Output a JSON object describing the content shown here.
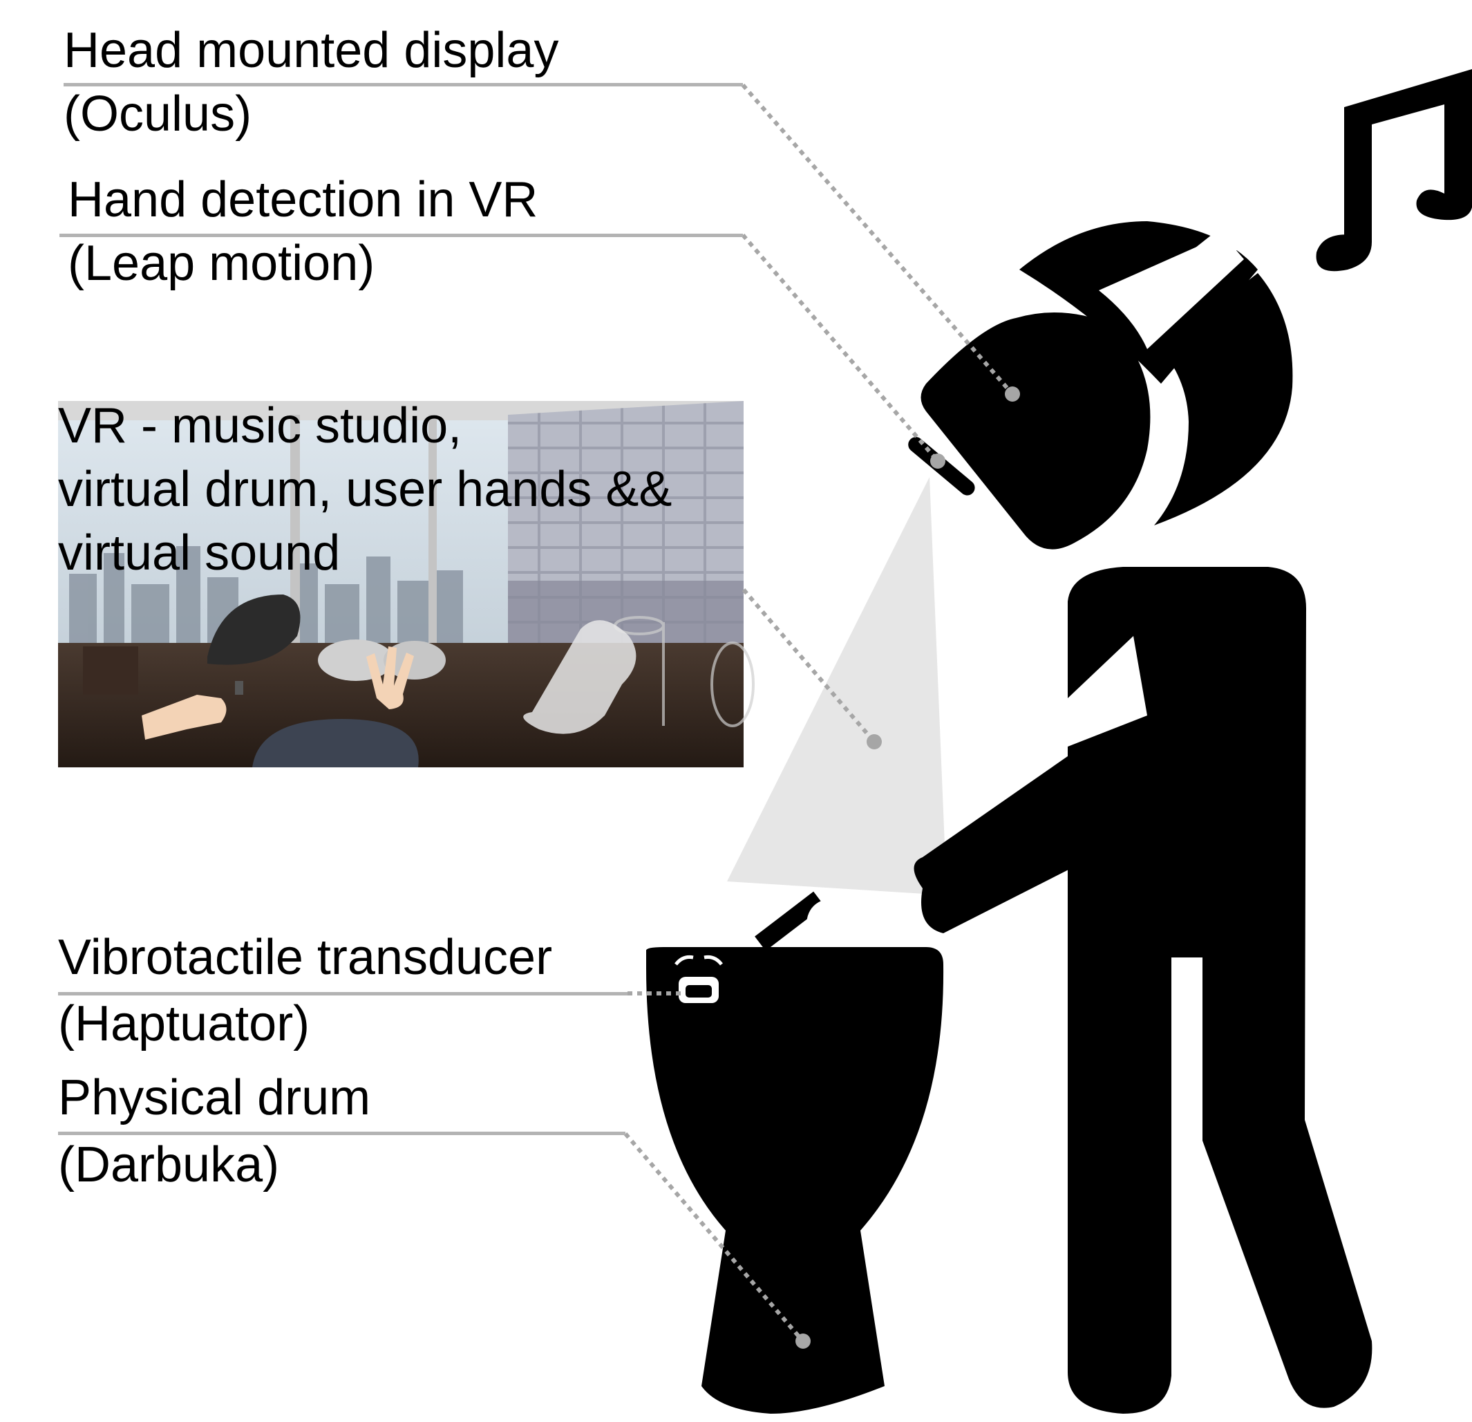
{
  "labels": {
    "hmd": {
      "line1": "Head mounted display",
      "line2": "(Oculus)"
    },
    "hand": {
      "line1": "Hand detection in VR",
      "line2": "(Leap motion)"
    },
    "vr": {
      "lines": [
        "VR - music studio,",
        "virtual drum, user hands &&",
        "virtual sound"
      ]
    },
    "vibro": {
      "line1": "Vibrotactile transducer",
      "line2": "(Haptuator)"
    },
    "drum": {
      "line1": "Physical drum",
      "line2": "(Darbuka)"
    }
  },
  "colors": {
    "figure": "#000000",
    "leader": "#a6a6a6",
    "rule": "#b3b3b3",
    "field_of_view": "#e6e6e6"
  },
  "icons": [
    "music-note-icon",
    "person-icon",
    "headset-icon",
    "leap-sensor-icon",
    "darbuka-drum-icon",
    "haptuator-icon"
  ]
}
